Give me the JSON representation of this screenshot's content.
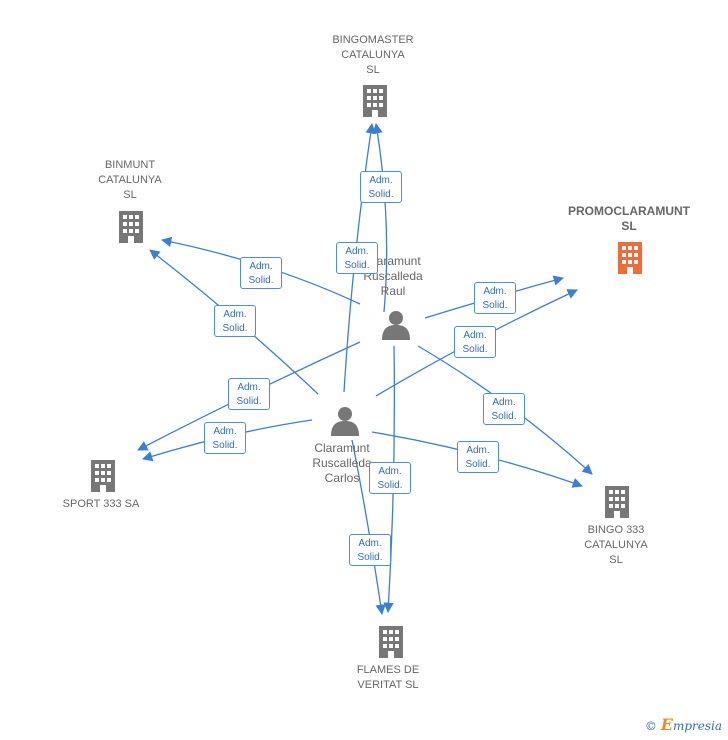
{
  "companies": {
    "bingomaster": "BINGOMASTER\nCATALUNYA\nSL",
    "binmunt": "BINMUNT\nCATALUNYA\nSL",
    "promoclaramunt": "PROMOCLARAMUNT\nSL",
    "sport333": "SPORT 333 SA",
    "bingo333": "BINGO 333\nCATALUNYA\nSL",
    "flames": "FLAMES DE\nVERITAT SL"
  },
  "persons": {
    "raul": "Claramunt\nRuscalleda\nRaul",
    "carlos": "Claramunt\nRuscalleda\nCarlos"
  },
  "edge_label": "Adm.\nSolid.",
  "footer": {
    "copyright": "©",
    "brand_initial": "E",
    "brand_rest": "mpresia"
  },
  "colors": {
    "edge": "#3a7fd5",
    "building": "#777777",
    "building_highlight": "#f26a35",
    "person": "#777777"
  }
}
